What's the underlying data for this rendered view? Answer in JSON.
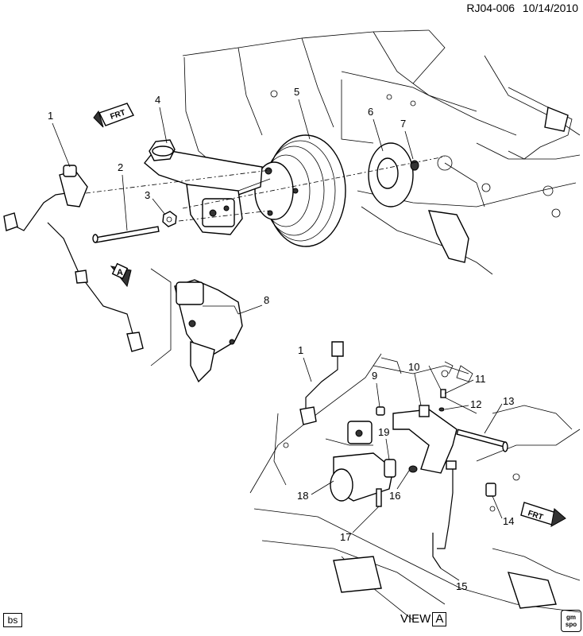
{
  "header": {
    "code": "RJ04-006",
    "date": "10/14/2010"
  },
  "callouts": {
    "main": [
      "1",
      "2",
      "3",
      "4",
      "5",
      "6",
      "7",
      "8"
    ],
    "detail": [
      "1",
      "9",
      "10",
      "11",
      "12",
      "13",
      "14",
      "15",
      "16",
      "17",
      "18",
      "19"
    ]
  },
  "arrows": {
    "frt_label": "FRT",
    "view_marker": "A"
  },
  "footer": {
    "bs_label": "bs",
    "view_text": "VIEW",
    "view_letter": "A",
    "logo_text": "gm spo"
  }
}
